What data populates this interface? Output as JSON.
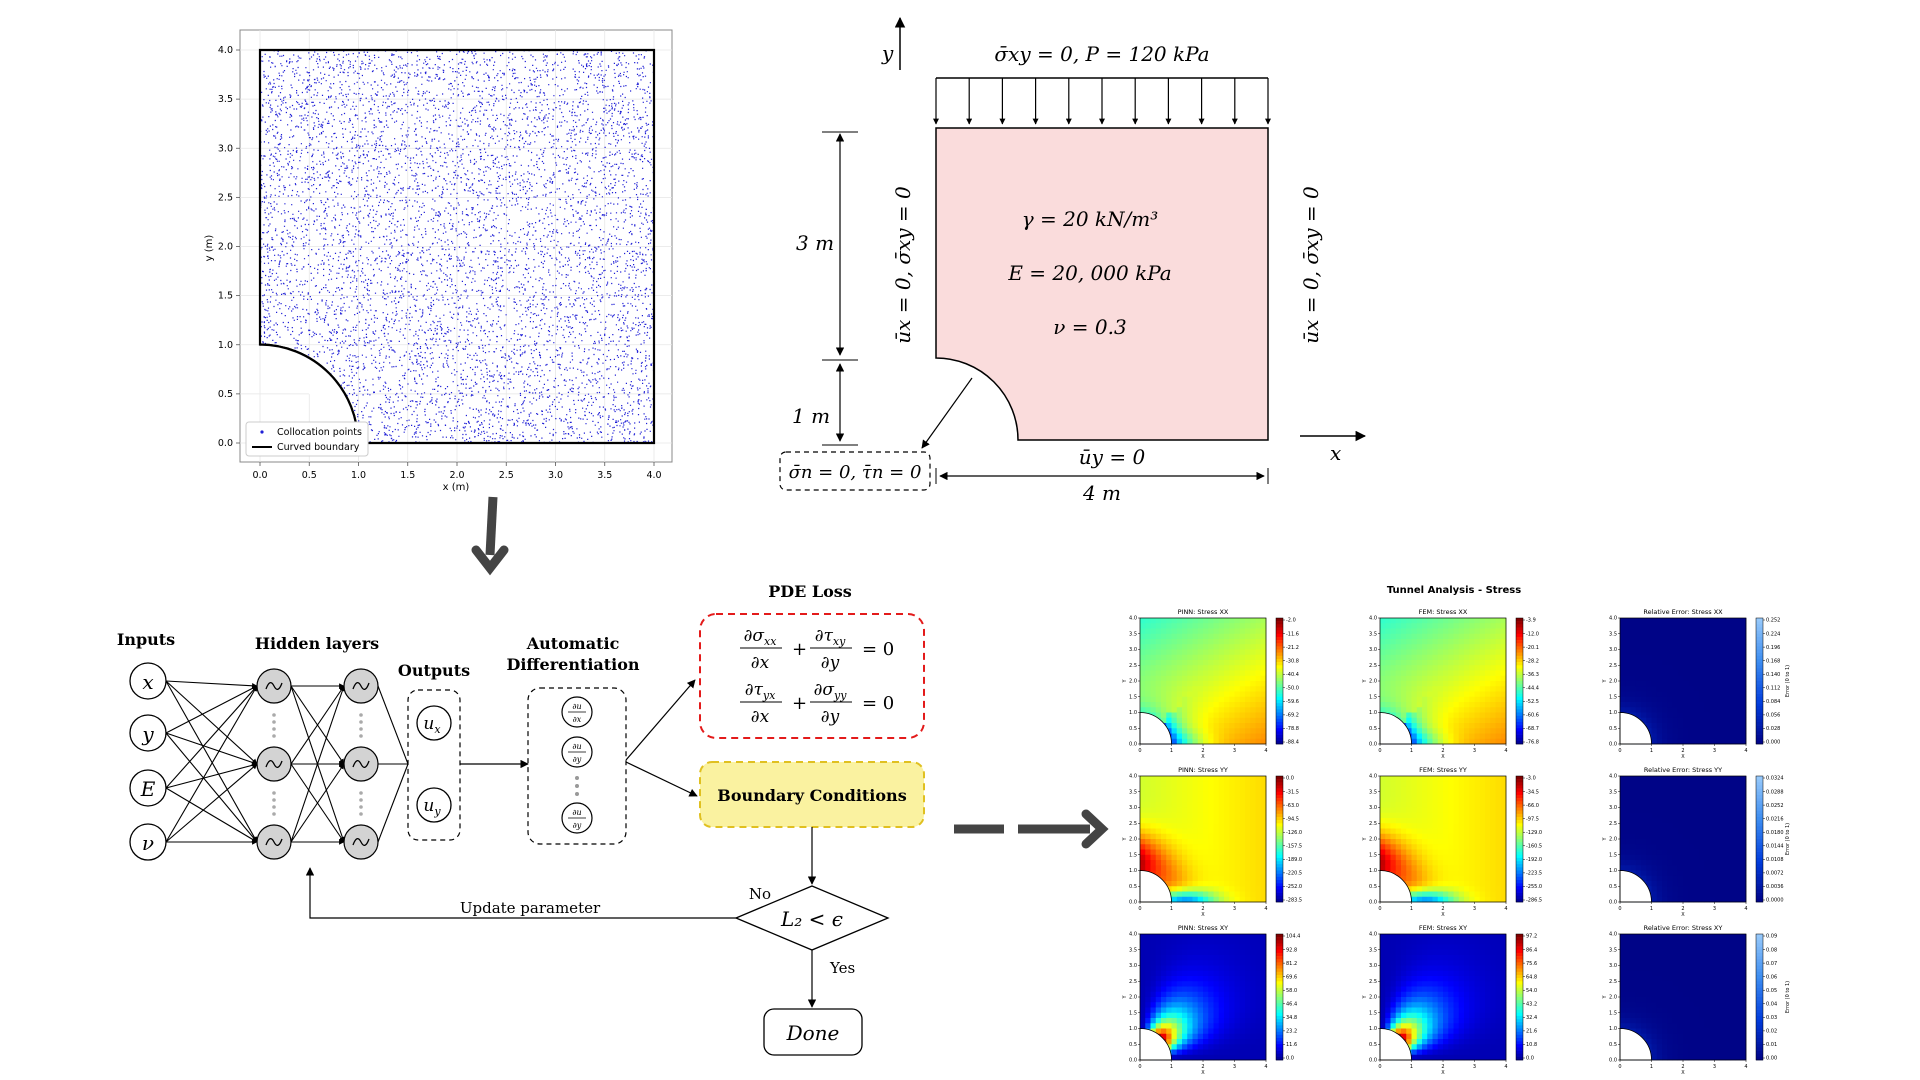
{
  "scatter": {
    "xlabel": "x (m)",
    "ylabel": "y (m)",
    "xticks": [
      "0.0",
      "0.5",
      "1.0",
      "1.5",
      "2.0",
      "2.5",
      "3.0",
      "3.5",
      "4.0"
    ],
    "yticks": [
      "0.0",
      "0.5",
      "1.0",
      "1.5",
      "2.0",
      "2.5",
      "3.0",
      "3.5",
      "4.0"
    ],
    "legend": [
      "Collocation points",
      "Curved boundary"
    ]
  },
  "problem": {
    "axis_y": "y",
    "axis_x": "x",
    "top_bc": "σ̄xy = 0,  P = 120 kPa",
    "left_bc": "ūx = 0,  σ̄xy = 0",
    "right_bc": "ūx = 0,  σ̄xy = 0",
    "bottom_bc": "ūy = 0",
    "hole_bc": "σ̄n = 0,  τ̄n = 0",
    "dim_3m": "3 m",
    "dim_1m": "1 m",
    "dim_4m": "4 m",
    "gamma": "γ = 20 kN/m³",
    "E": "E = 20, 000 kPa",
    "nu": "ν = 0.3"
  },
  "network": {
    "inputs_label": "Inputs",
    "hidden_label": "Hidden layers",
    "outputs_label": "Outputs",
    "ad_label_1": "Automatic",
    "ad_label_2": "Differentiation",
    "inputs": [
      "x",
      "y",
      "E",
      "ν"
    ],
    "outputs": [
      "ux",
      "uy"
    ],
    "pde_title": "PDE Loss",
    "pde_eq1": "∂σxx/∂x + ∂τxy/∂y = 0",
    "pde_eq2": "∂τyx/∂x + ∂σyy/∂y = 0",
    "bc_label": "Boundary Conditions",
    "decision": "L₂ < ϵ",
    "no": "No",
    "yes": "Yes",
    "update": "Update parameter",
    "done": "Done"
  },
  "results": {
    "title": "Tunnel Analysis - Stress",
    "panels": [
      {
        "title": "PINN: Stress XX",
        "cmap": "jet_low",
        "ticks": [
          "-2.0",
          "-11.6",
          "-21.2",
          "-30.8",
          "-40.4",
          "-50.0",
          "-59.6",
          "-69.2",
          "-78.8",
          "-88.4"
        ]
      },
      {
        "title": "FEM: Stress XX",
        "cmap": "jet_low",
        "ticks": [
          "-3.9",
          "-12.0",
          "-20.1",
          "-28.2",
          "-36.3",
          "-44.4",
          "-52.5",
          "-60.6",
          "-68.7",
          "-76.8"
        ]
      },
      {
        "title": "Relative Error: Stress XX",
        "cmap": "blues",
        "ticks": [
          "0.252",
          "0.224",
          "0.196",
          "0.168",
          "0.140",
          "0.112",
          "0.084",
          "0.056",
          "0.028",
          "0.000"
        ]
      },
      {
        "title": "PINN: Stress YY",
        "cmap": "jet_yy",
        "ticks": [
          "0.0",
          "-31.5",
          "-63.0",
          "-94.5",
          "-126.0",
          "-157.5",
          "-189.0",
          "-220.5",
          "-252.0",
          "-283.5"
        ]
      },
      {
        "title": "FEM: Stress YY",
        "cmap": "jet_yy",
        "ticks": [
          "-3.0",
          "-34.5",
          "-66.0",
          "-97.5",
          "-129.0",
          "-160.5",
          "-192.0",
          "-223.5",
          "-255.0",
          "-286.5"
        ]
      },
      {
        "title": "Relative Error: Stress YY",
        "cmap": "blues",
        "ticks": [
          "0.0324",
          "0.0288",
          "0.0252",
          "0.0216",
          "0.0180",
          "0.0144",
          "0.0108",
          "0.0072",
          "0.0036",
          "0.0000"
        ]
      },
      {
        "title": "PINN: Stress XY",
        "cmap": "jet_xy",
        "ticks": [
          "104.4",
          "92.8",
          "81.2",
          "69.6",
          "58.0",
          "46.4",
          "34.8",
          "23.2",
          "11.6",
          "0.0"
        ]
      },
      {
        "title": "FEM: Stress XY",
        "cmap": "jet_xy",
        "ticks": [
          "97.2",
          "86.4",
          "75.6",
          "64.8",
          "54.0",
          "43.2",
          "32.4",
          "21.6",
          "10.8",
          "0.0"
        ]
      },
      {
        "title": "Relative Error: Stress XY",
        "cmap": "blues",
        "ticks": [
          "0.09",
          "0.08",
          "0.07",
          "0.06",
          "0.05",
          "0.04",
          "0.03",
          "0.02",
          "0.01",
          "0.00"
        ]
      }
    ],
    "axis_ticks": [
      "0",
      "1",
      "2",
      "3",
      "4"
    ],
    "axis_yticks": [
      "0.0",
      "0.5",
      "1.0",
      "1.5",
      "2.0",
      "2.5",
      "3.0",
      "3.5",
      "4.0"
    ],
    "xlabel": "X",
    "ylabel": "Y",
    "err_label": "Error (0 to 1)"
  },
  "colors": {
    "scatter_point": "#1f1fd6",
    "domain_fill": "#fadcdc",
    "pde_border": "#e31b1b",
    "bc_fill": "#faf2a0",
    "bc_border": "#e0c020",
    "arrow_gray": "#4a4a4a"
  }
}
